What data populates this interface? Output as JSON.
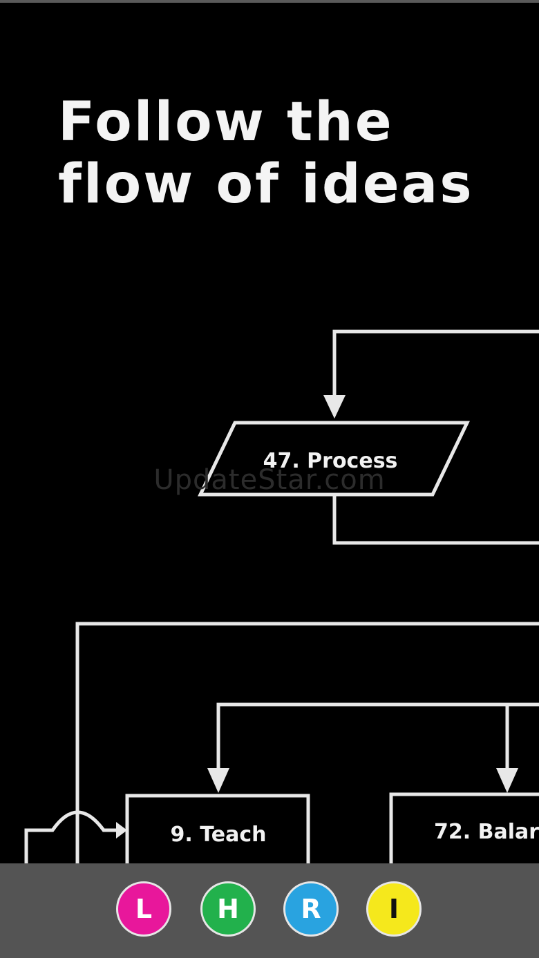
{
  "headline": {
    "line1": "Follow the",
    "line2": "flow of ideas"
  },
  "watermark": "UpdateStar.com",
  "flowchart": {
    "nodes": [
      {
        "id": "process",
        "label": "47. Process",
        "shape": "parallelogram"
      },
      {
        "id": "teach",
        "label": "9. Teach",
        "shape": "rectangle"
      },
      {
        "id": "balance",
        "label": "72. Balar",
        "shape": "rectangle"
      }
    ],
    "line_color": "#e8e8e8"
  },
  "bottom_bar": {
    "badges": [
      {
        "letter": "L",
        "color": "#e8179b",
        "text_color": "#ffffff",
        "icon": "letter-l-badge"
      },
      {
        "letter": "H",
        "color": "#22b14c",
        "text_color": "#ffffff",
        "icon": "letter-h-badge"
      },
      {
        "letter": "R",
        "color": "#29a3e0",
        "text_color": "#ffffff",
        "icon": "letter-r-badge"
      },
      {
        "letter": "I",
        "color": "#f5e81c",
        "text_color": "#111111",
        "icon": "letter-i-badge"
      }
    ]
  },
  "colors": {
    "background": "#000000",
    "bar": "#545454",
    "text": "#f4f4f4"
  }
}
